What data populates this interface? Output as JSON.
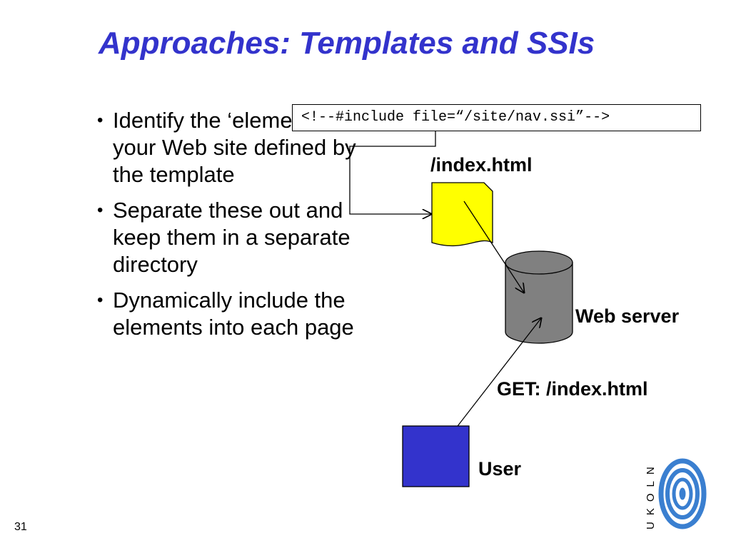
{
  "slide": {
    "title": "Approaches: Templates and SSIs",
    "page_number": "31"
  },
  "bullets": [
    {
      "marker": "•",
      "text": "Identify the ‘elements’ of your Web site defined by the template"
    },
    {
      "marker": "•",
      "text": "Separate these out and keep them in a separate directory"
    },
    {
      "marker": "•",
      "text": "Dynamically include the elements into each page"
    }
  ],
  "diagram": {
    "include_code": "<!--#include file=“/site/nav.ssi”-->",
    "file_label": "/index.html",
    "server_label": "Web server",
    "request_label": "GET: /index.html",
    "user_label": "User",
    "colors": {
      "file": "#ffff00",
      "server": "#808080",
      "user": "#3333cc"
    }
  },
  "logo": {
    "text": "UKOLN",
    "icon": "ukoln-eye-logo-icon",
    "color": "#3a7fd0"
  }
}
